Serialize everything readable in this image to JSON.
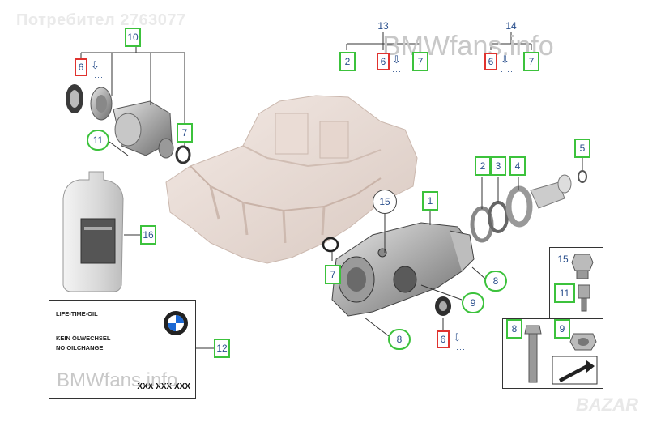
{
  "watermarks": {
    "user": "Потребител 2763077",
    "site_top": "BMWfans.info",
    "site_bottom": "BMWfans.info",
    "bazar": "BAZAR"
  },
  "oil_label": {
    "line1": "LIFE-TIME-OIL",
    "line2": "KEIN ÖLWECHSEL",
    "line3": "NO OILCHANGE",
    "serial": "XXX XXX XXX",
    "logo_text": "BMW"
  },
  "callouts": {
    "c10": "10",
    "c6a": "6",
    "c11a": "11",
    "c7a": "7",
    "c13": "13",
    "c2a": "2",
    "c6b": "6",
    "c7b": "7",
    "c14": "14",
    "c6c": "6",
    "c7c": "7",
    "c2b": "2",
    "c3": "3",
    "c4": "4",
    "c5": "5",
    "c1": "1",
    "c15a": "15",
    "c7d": "7",
    "c8a": "8",
    "c9a": "9",
    "c8b": "8",
    "c6d": "6",
    "c16": "16",
    "c12": "12",
    "c15b": "15",
    "c11b": "11",
    "c8c": "8",
    "c9b": "9"
  },
  "symbols": {
    "down_arrow": "⇩",
    "dots": "····"
  },
  "colors": {
    "callout_green": "#3cc23c",
    "callout_red": "#e0332f",
    "callout_text": "#2a4f8c"
  }
}
